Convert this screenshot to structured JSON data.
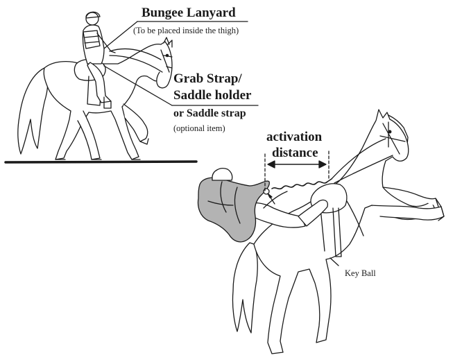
{
  "labels": {
    "bungee_lanyard": "Bungee Lanyard",
    "bungee_note": "(To be placed inside the thigh)",
    "grab_strap": "Grab Strap/",
    "saddle_holder": "Saddle holder",
    "saddle_strap": "or Saddle strap",
    "optional": "(optional item)",
    "activation": "activation",
    "distance": "distance",
    "key_ball": "Key Ball"
  },
  "colors": {
    "line": "#1a1a1a",
    "airbag_fill": "#b3b3b3",
    "ground": "#1a1a1a"
  }
}
